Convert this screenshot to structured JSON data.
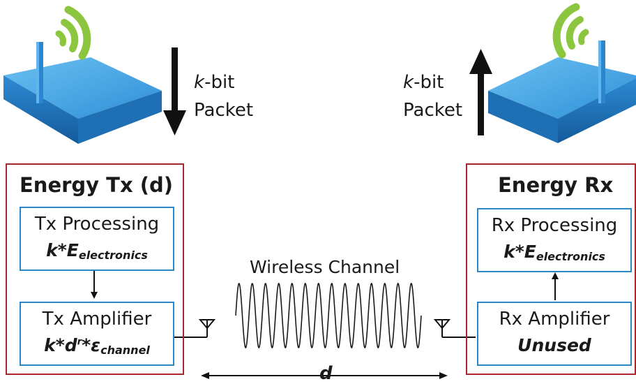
{
  "top": {
    "left_packet": {
      "k": "k",
      "bit": "-bit",
      "line2": "Packet",
      "arrow_direction": "down"
    },
    "right_packet": {
      "k": "k",
      "bit": "-bit",
      "line2": "Packet",
      "arrow_direction": "up"
    }
  },
  "tx": {
    "title": "Energy Tx (d)",
    "processing": {
      "label": "Tx Processing",
      "formula_prefix": "k*E",
      "formula_sub": "electronics"
    },
    "amplifier": {
      "label": "Tx Amplifier",
      "formula_prefix": "k*d",
      "formula_sup": "r",
      "formula_mid": "*ε",
      "formula_sub": "channel"
    }
  },
  "rx": {
    "title": "Energy Rx",
    "processing": {
      "label": "Rx Processing",
      "formula_prefix": "k*E",
      "formula_sub": "electronics"
    },
    "amplifier": {
      "label": "Rx Amplifier",
      "status": "Unused"
    }
  },
  "channel": {
    "label": "Wireless Channel",
    "distance": "d"
  },
  "colors": {
    "outer_border": "#a8272c",
    "inner_border": "#2a86c7",
    "router_top": "#4aa9e6",
    "router_side": "#1b6fb4",
    "signal_green": "#8cc63f"
  },
  "icons": [
    "router-icon",
    "wifi-signal-icon",
    "antenna-icon",
    "arrow-down-icon",
    "arrow-up-icon"
  ]
}
